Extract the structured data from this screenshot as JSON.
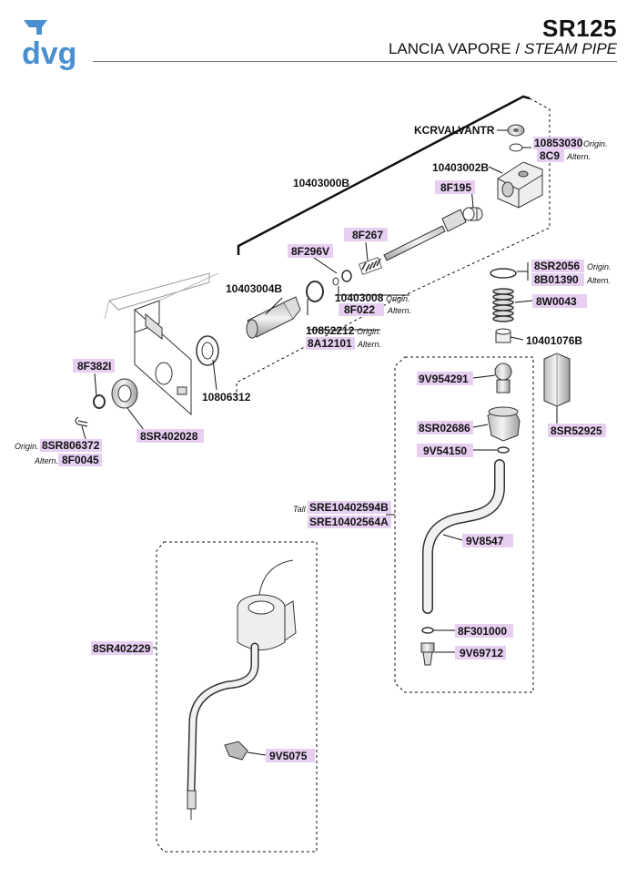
{
  "header": {
    "logo_text": "dvg",
    "model": "SR125",
    "title_it": "LANCIA VAPORE",
    "separator": "/",
    "title_en": "STEAM PIPE"
  },
  "labels": {
    "kcrvalvantr": "KCRVALVANTR",
    "p10853030": "10853030",
    "p8c9": "8C9",
    "p10403002b": "10403002B",
    "p8f195": "8F195",
    "p10403000b": "10403000B",
    "p8f267": "8F267",
    "p8f296v": "8F296V",
    "p10403004b": "10403004B",
    "p10403008": "10403008",
    "p8f022": "8F022",
    "p10852212": "10852212",
    "p8a12101": "8A12101",
    "p8f382i": "8F382I",
    "p10806312": "10806312",
    "p8sr402028": "8SR402028",
    "p8sr806372": "8SR806372",
    "p8f0045": "8F0045",
    "p8sr2056": "8SR2056",
    "p8b01390": "8B01390",
    "p8w0043": "8W0043",
    "p10401076b": "10401076B",
    "p9v954291": "9V954291",
    "p8sr02686": "8SR02686",
    "p8sr52925": "8SR52925",
    "p9v54150": "9V54150",
    "sre10402594b": "SRE10402594B",
    "sre10402564a": "SRE10402564A",
    "p9v8547": "9V8547",
    "p8f301000": "8F301000",
    "p9v69712": "9V69712",
    "p8sr402229": "8SR402229",
    "p9v5075": "9V5075"
  },
  "notes": {
    "origin": "Origin.",
    "altern": "Altern.",
    "tall": "Tall"
  },
  "colors": {
    "logo_blue": "#4a8fd0",
    "label_bg": "#e6cff0",
    "line": "#222222",
    "part_fill": "#eeeeee"
  }
}
